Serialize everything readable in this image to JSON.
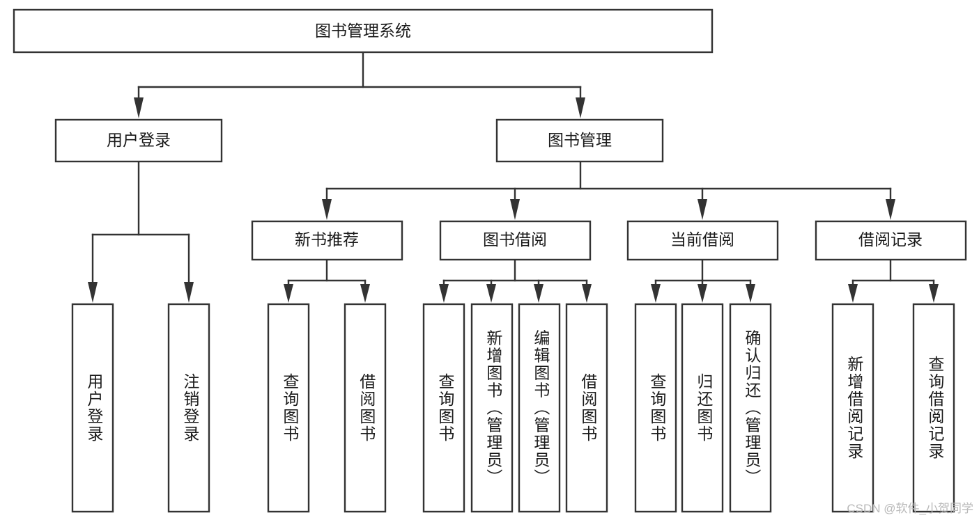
{
  "diagram": {
    "type": "tree",
    "title_node": {
      "id": "root",
      "label": "图书管理系统"
    },
    "level2": [
      {
        "id": "user-login",
        "label": "用户登录"
      },
      {
        "id": "book-management",
        "label": "图书管理"
      }
    ],
    "level3": [
      {
        "id": "new-book-recommend",
        "label": "新书推荐",
        "parent": "book-management"
      },
      {
        "id": "book-borrow",
        "label": "图书借阅",
        "parent": "book-management"
      },
      {
        "id": "current-borrow",
        "label": "当前借阅",
        "parent": "book-management"
      },
      {
        "id": "borrow-record",
        "label": "借阅记录",
        "parent": "book-management"
      }
    ],
    "leaves": {
      "user-login": [
        {
          "id": "leaf-user-login",
          "label": "用户登录"
        },
        {
          "id": "leaf-user-logout",
          "label": "注销登录"
        }
      ],
      "new-book-recommend": [
        {
          "id": "leaf-query-book-1",
          "label": "查询图书"
        },
        {
          "id": "leaf-borrow-book-1",
          "label": "借阅图书"
        }
      ],
      "book-borrow": [
        {
          "id": "leaf-query-book-2",
          "label": "查询图书"
        },
        {
          "id": "leaf-add-book",
          "label": "新增图书（管理员）"
        },
        {
          "id": "leaf-edit-book",
          "label": "编辑图书（管理员）"
        },
        {
          "id": "leaf-borrow-book-2",
          "label": "借阅图书"
        }
      ],
      "current-borrow": [
        {
          "id": "leaf-query-book-3",
          "label": "查询图书"
        },
        {
          "id": "leaf-return-book",
          "label": "归还图书"
        },
        {
          "id": "leaf-confirm-return",
          "label": "确认归还（管理员）"
        }
      ],
      "borrow-record": [
        {
          "id": "leaf-add-record",
          "label": "新增借阅记录"
        },
        {
          "id": "leaf-query-record",
          "label": "查询借阅记录"
        }
      ]
    }
  },
  "colors": {
    "box_stroke": "#333333",
    "box_fill": "#ffffff",
    "text": "#1a1a1a",
    "background": "#ffffff",
    "watermark": "#b9b9b9"
  },
  "watermark": {
    "text": "CSDN @软件_小贺同学"
  }
}
